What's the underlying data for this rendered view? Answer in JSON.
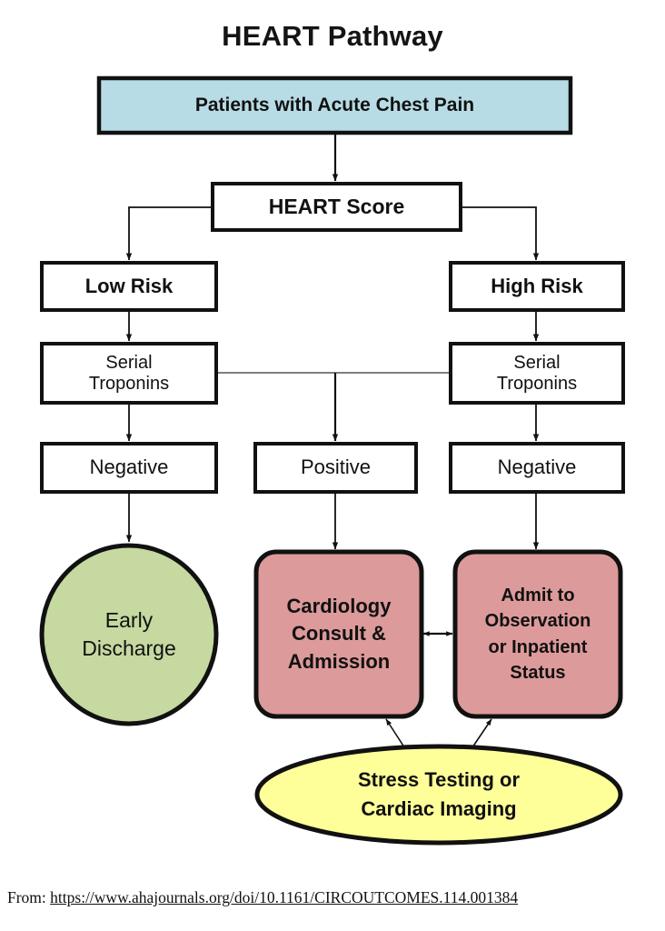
{
  "title": "HEART Pathway",
  "caption": {
    "prefix": "From:",
    "url": "https://www.ahajournals.org/doi/10.1161/CIRCOUTCOMES.114.001384"
  },
  "colors": {
    "blue_fill": "#b7dce5",
    "green_fill": "#c5d9a0",
    "pink_fill": "#dd9a9a",
    "yellow_fill": "#ffff99",
    "white_fill": "#ffffff",
    "stroke": "#111111",
    "thin_stroke": "#555555",
    "text": "#111111",
    "page_background": "#ffffff"
  },
  "nodes": {
    "start": {
      "label": "Patients with Acute Chest Pain",
      "shape": "rect",
      "fill": "#b7dce5"
    },
    "heart_score": {
      "label": "HEART Score",
      "shape": "rect",
      "fill": "#ffffff"
    },
    "low_risk": {
      "label": "Low Risk",
      "shape": "rect",
      "fill": "#ffffff"
    },
    "high_risk": {
      "label": "High Risk",
      "shape": "rect",
      "fill": "#ffffff"
    },
    "serial_troponins_left": {
      "label": "Serial\nTroponins",
      "shape": "rect",
      "fill": "#ffffff"
    },
    "serial_troponins_right": {
      "label": "Serial\nTroponins",
      "shape": "rect",
      "fill": "#ffffff"
    },
    "negative_left": {
      "label": "Negative",
      "shape": "rect",
      "fill": "#ffffff"
    },
    "positive": {
      "label": "Positive",
      "shape": "rect",
      "fill": "#ffffff"
    },
    "negative_right": {
      "label": "Negative",
      "shape": "rect",
      "fill": "#ffffff"
    },
    "early_discharge": {
      "label": "Early\nDischarge",
      "shape": "ellipse",
      "fill": "#c5d9a0"
    },
    "cardiology_consult": {
      "label": "Cardiology\nConsult &\nAdmission",
      "shape": "rounded-rect",
      "fill": "#dd9a9a"
    },
    "admit_observation": {
      "label": "Admit to\nObservation\nor Inpatient\nStatus",
      "shape": "rounded-rect",
      "fill": "#dd9a9a"
    },
    "stress_testing": {
      "label": "Stress Testing or\nCardiac Imaging",
      "shape": "ellipse",
      "fill": "#ffff99"
    }
  },
  "edges": [
    {
      "from": "start",
      "to": "heart_score",
      "type": "arrow"
    },
    {
      "from": "heart_score",
      "to": "low_risk",
      "type": "arrow"
    },
    {
      "from": "heart_score",
      "to": "high_risk",
      "type": "arrow"
    },
    {
      "from": "low_risk",
      "to": "serial_troponins_left",
      "type": "arrow"
    },
    {
      "from": "high_risk",
      "to": "serial_troponins_right",
      "type": "arrow"
    },
    {
      "from": "serial_troponins_left",
      "to": "negative_left",
      "type": "arrow"
    },
    {
      "from": "serial_troponins_right",
      "to": "negative_right",
      "type": "arrow"
    },
    {
      "from": "serial_troponins_left",
      "to": "positive",
      "type": "arrow"
    },
    {
      "from": "serial_troponins_right",
      "to": "positive",
      "type": "arrow"
    },
    {
      "from": "negative_left",
      "to": "early_discharge",
      "type": "arrow"
    },
    {
      "from": "positive",
      "to": "cardiology_consult",
      "type": "arrow"
    },
    {
      "from": "negative_right",
      "to": "admit_observation",
      "type": "arrow"
    },
    {
      "from": "cardiology_consult",
      "to": "admit_observation",
      "type": "double-arrow"
    },
    {
      "from": "cardiology_consult",
      "to": "stress_testing",
      "type": "double-arrow"
    },
    {
      "from": "admit_observation",
      "to": "stress_testing",
      "type": "double-arrow"
    }
  ]
}
